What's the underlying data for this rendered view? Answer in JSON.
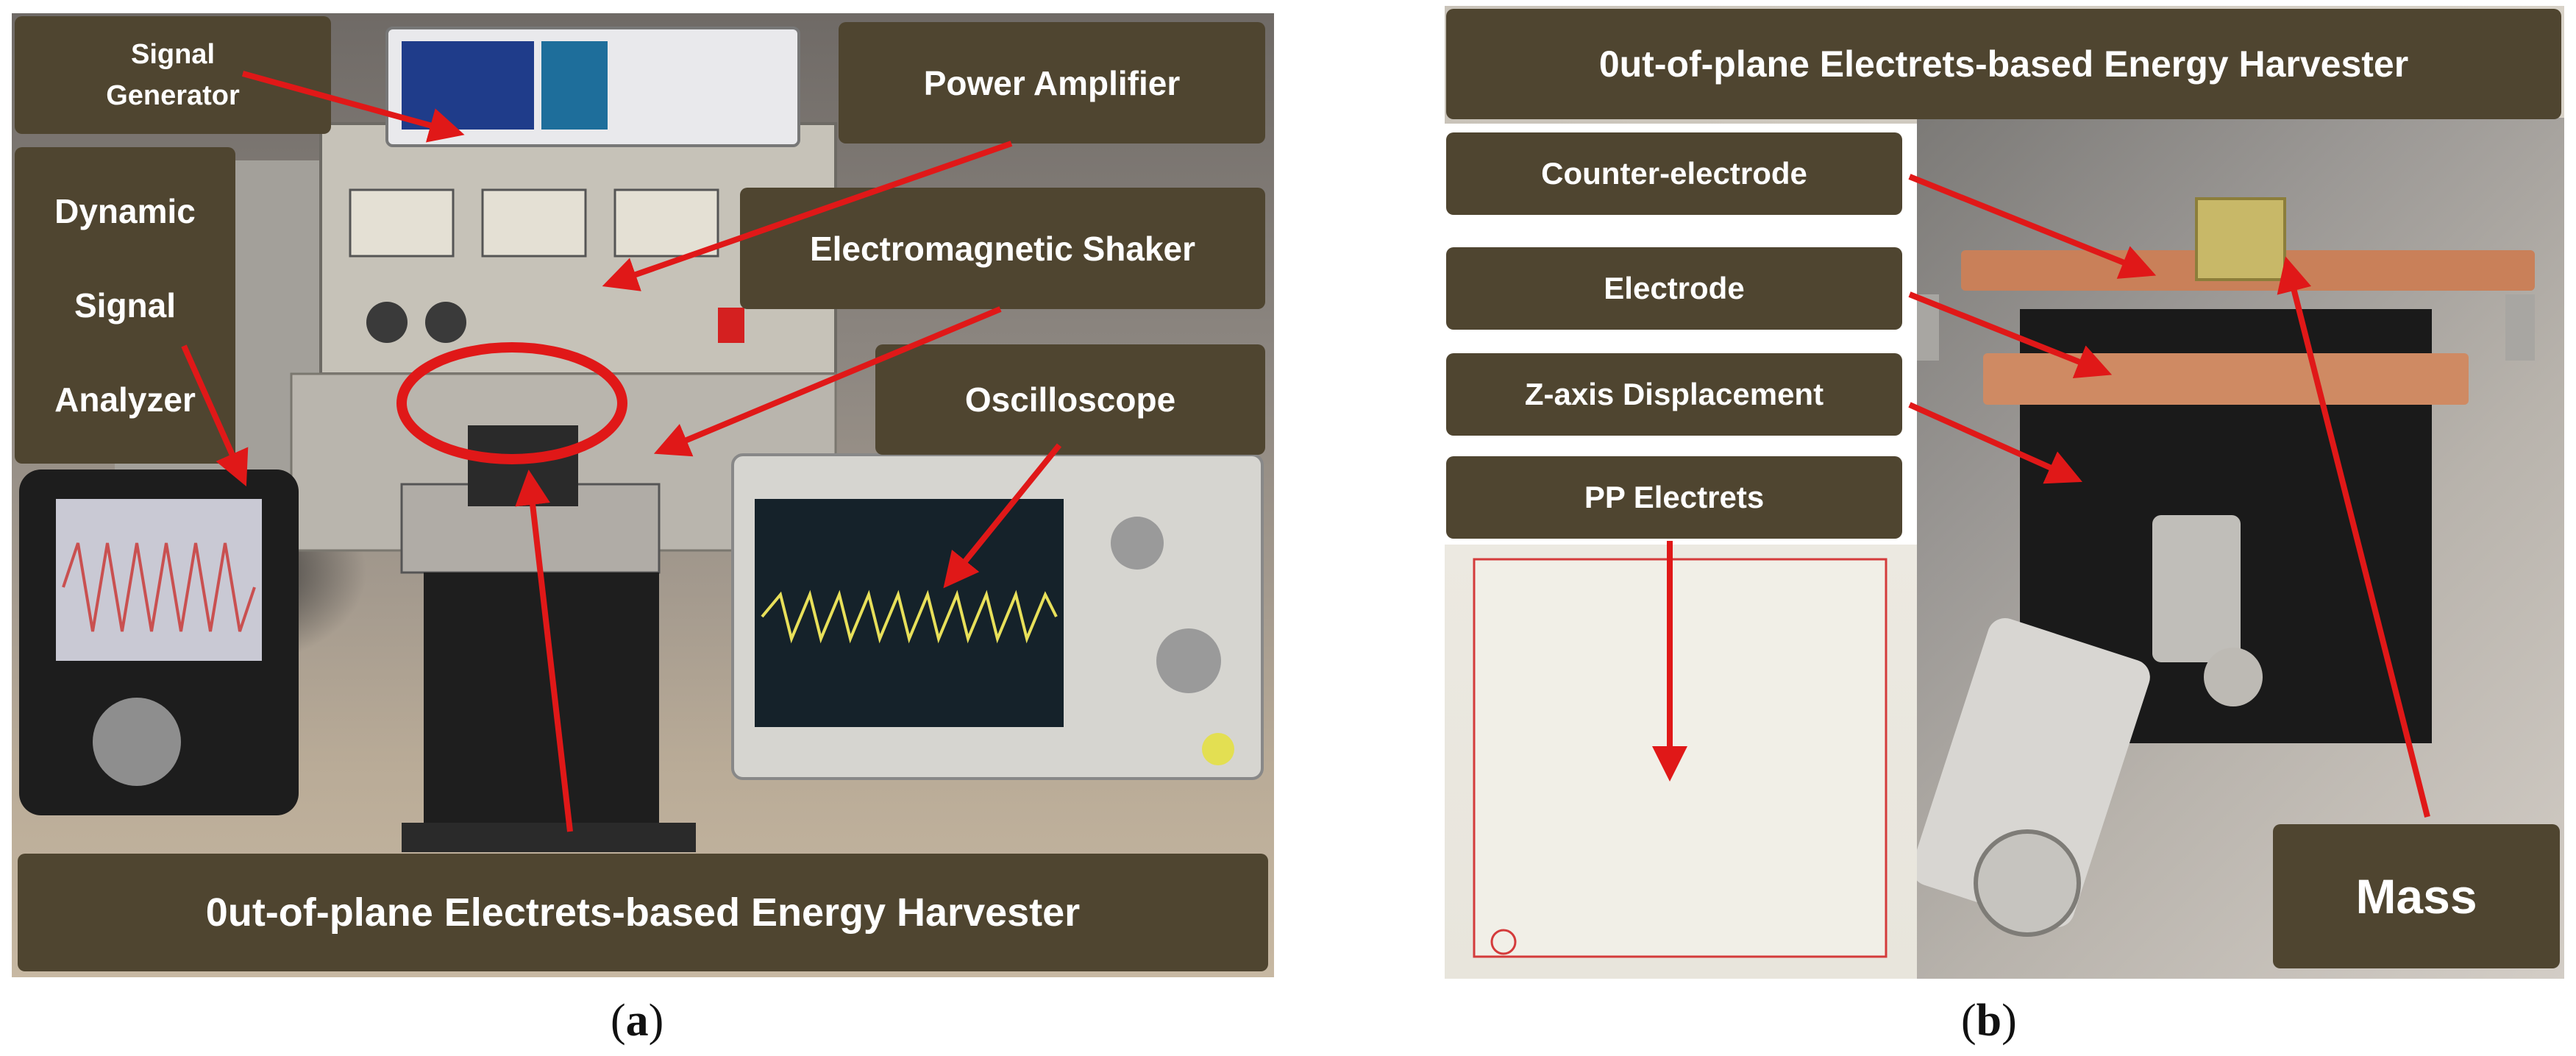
{
  "panel_a": {
    "labels": {
      "signal_generator_1": "Signal",
      "signal_generator_2": "Generator",
      "power_amplifier": "Power Amplifier",
      "dynamic_1": "Dynamic",
      "dynamic_2": "Signal",
      "dynamic_3": "Analyzer",
      "electromagnetic_shaker": "Electromagnetic Shaker",
      "oscilloscope": "Oscilloscope",
      "harvester": "0ut-of-plane Electrets-based Energy Harvester"
    },
    "caption_open": "(",
    "caption_letter": "a",
    "caption_close": ")"
  },
  "panel_b": {
    "labels": {
      "harvester": "0ut-of-plane Electrets-based Energy Harvester",
      "counter_electrode": "Counter-electrode",
      "electrode": "Electrode",
      "z_axis": "Z-axis Displacement",
      "pp_electrets": "PP Electrets",
      "mass": "Mass"
    },
    "caption_open": "(",
    "caption_letter": "b",
    "caption_close": ")"
  },
  "colors": {
    "label_bg": "#4f4530",
    "arrow": "#e01818"
  }
}
